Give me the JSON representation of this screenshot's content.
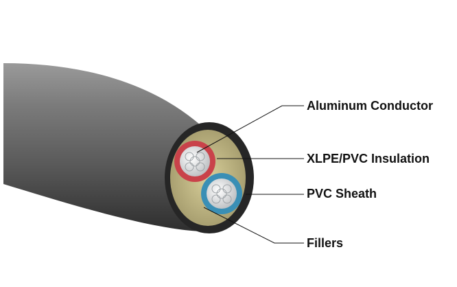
{
  "labels": {
    "aluminum_conductor": "Aluminum Conductor",
    "insulation": "XLPE/PVC Insulation",
    "sheath": "PVC Sheath",
    "fillers": "Fillers"
  },
  "colors": {
    "sheath": "#2b2b2b",
    "filler": "#c9c08a",
    "insulation_red": "#c9424a",
    "insulation_blue": "#3a8fb5",
    "conductor": "#d9dbdd",
    "callout_line": "#111111"
  }
}
